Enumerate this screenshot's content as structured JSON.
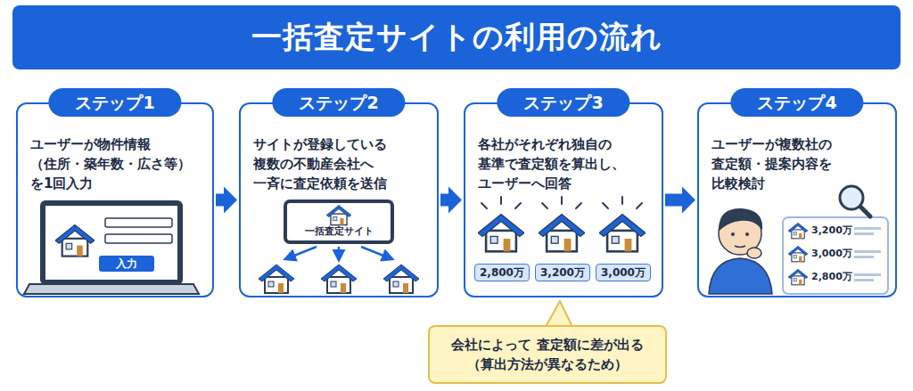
{
  "diagram": {
    "title": "一括査定サイトの利用の流れ",
    "nodes": [
      {
        "text": [
          "ステップ1",
          "ユーザーが物件情報 （住所・築年数・広さ等） を1回入力"
        ]
      },
      {
        "text": [
          "入力"
        ],
        "in": 0
      },
      {
        "text": [
          "ステップ2",
          "サイトが登録している 複数の不動産会社へ 一斉に査定依頼を送信"
        ]
      },
      {
        "text": [
          "一括査定サイト"
        ],
        "in": 2
      },
      {
        "text": [
          "ステップ3",
          "各社がそれぞれ独自の 基準で査定額を算出し、 ユーザーへ回答"
        ]
      },
      {
        "text": [
          "2,800万"
        ],
        "in": 4
      },
      {
        "text": [
          "3,200万"
        ],
        "in": 4
      },
      {
        "text": [
          "3,000万"
        ],
        "in": 4
      },
      {
        "text": [
          "ステップ4",
          "ユーザーが複数社の 査定額・提案内容を 比較検討"
        ]
      },
      {
        "text": [
          "会社によって 査定額に差が出る （算出方法が異なるため）"
        ]
      }
    ],
    "edges": [
      {
        "from": 0,
        "to": 2,
        "arrow": "to"
      },
      {
        "from": 2,
        "to": 4,
        "arrow": "to"
      },
      {
        "from": 4,
        "to": 8,
        "arrow": "to"
      }
    ],
    "labels": [
      "3,200万",
      "3,000万",
      "2,800万"
    ]
  }
}
